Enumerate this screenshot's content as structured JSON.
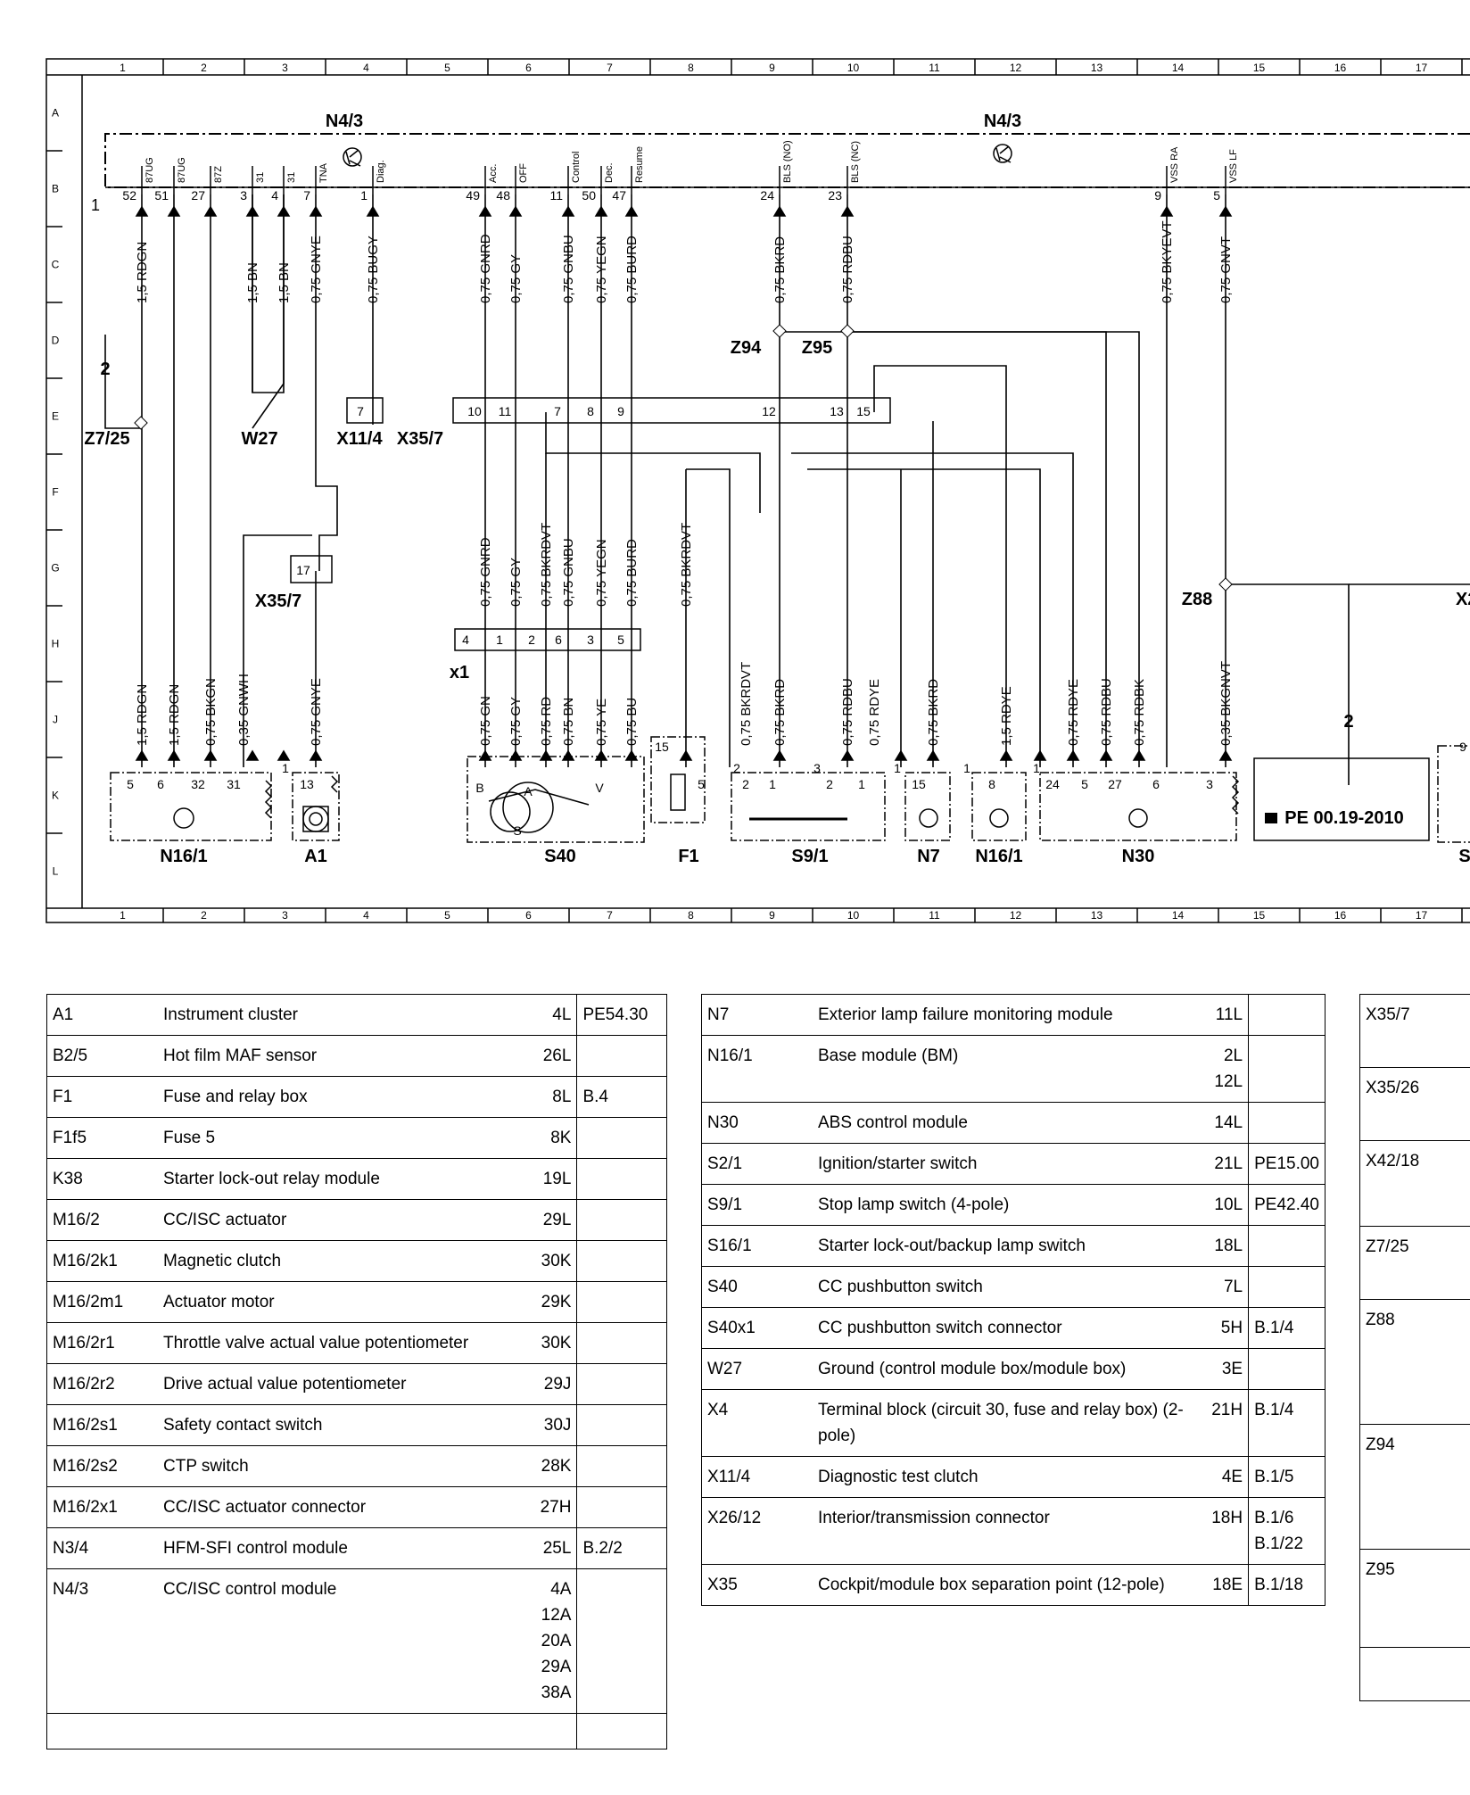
{
  "grid": {
    "top": [
      "1",
      "2",
      "3",
      "4",
      "5",
      "6",
      "7",
      "8",
      "9",
      "10",
      "11",
      "12",
      "13",
      "14",
      "15",
      "16",
      "17"
    ],
    "rows": [
      "A",
      "B",
      "C",
      "D",
      "E",
      "F",
      "G",
      "H",
      "J",
      "K",
      "L"
    ]
  },
  "modules": {
    "n4_3_left": "N4/3",
    "n4_3_right": "N4/3",
    "n16_1_left": "N16/1",
    "a1": "A1",
    "s40": "S40",
    "f1": "F1",
    "s9_1": "S9/1",
    "n7": "N7",
    "n16_1_right": "N16/1",
    "n30": "N30",
    "x35_7_top": "X35/7",
    "x35_7_mid": "X35/7",
    "x11_4": "X11/4",
    "w27": "W27",
    "z7_25": "Z7/25",
    "z94": "Z94",
    "z95": "Z95",
    "z88": "Z88",
    "x1": "x1",
    "x26_cut": "X2",
    "s_cut": "S",
    "pe_ref": "PE 00.19-2010"
  },
  "pins": [
    "52",
    "51",
    "27",
    "3",
    "4",
    "7",
    "1",
    "49",
    "48",
    "11",
    "50",
    "47",
    "24",
    "23",
    "9",
    "5"
  ],
  "pin_labels": [
    "87UG",
    "87UG",
    "87Z",
    "31",
    "31",
    "TNA",
    "Diag.",
    "Acc.",
    "OFF",
    "Control",
    "Dec.",
    "Resume",
    "BLS (NO)",
    "BLS (NC)",
    "VSS RA",
    "VSS LF"
  ],
  "wires_top": [
    "1,5 RDGN",
    "1,5 BN",
    "1,5 BN",
    "0,75 GNYE",
    "0,75 BUGY",
    "0,75 GNRD",
    "0,75 GY",
    "0,75 GNBU",
    "0,75 YEGN",
    "0,75 BURD",
    "0,75 BKRD",
    "0,75 RDBU",
    "0,75 BKYEVT",
    "0,75 GNVT"
  ],
  "wires_mid": [
    "0,75 GNRD",
    "0,75 GY",
    "0,75 BKRDVT",
    "0,75 GNBU",
    "0,75 YEGN",
    "0,75 BURD",
    "0,75 BKRDVT"
  ],
  "wires_low": [
    "1,5 RDGN",
    "1,5 RDGN",
    "0,75 BKGN",
    "0,35 GNWH",
    "0,75 GNYE",
    "0,75 GN",
    "0,75 GY",
    "0,75 RD",
    "0,75 BN",
    "0,75 YE",
    "0,75 BU",
    "0,75 BKRDVT",
    "0,75 BKRD",
    "0,75 RDBU",
    "0,75 RDYE",
    "0,75 BKRD",
    "1,5 RDYE",
    "0,75 RDYE",
    "0,75 RDBU",
    "0,75 RDBK",
    "0,35 BKGNVT"
  ],
  "connector_pins": {
    "x35_7": [
      "10",
      "11",
      "7",
      "8",
      "9",
      "12",
      "13",
      "15"
    ],
    "x11_4": "7",
    "x35_7_g": "17",
    "x1": [
      "4",
      "1",
      "2",
      "6",
      "3",
      "5"
    ],
    "n16_1": [
      "5",
      "6",
      "32",
      "31"
    ],
    "a1": "13",
    "s40": [
      "B",
      "A",
      "V",
      "S"
    ],
    "f1": [
      "15",
      "5"
    ],
    "s9_1_a": [
      "2",
      "1"
    ],
    "s9_1_b": [
      "2",
      "1"
    ],
    "n7": "15",
    "n16_1r": "8",
    "n30": [
      "24",
      "5",
      "27",
      "6",
      "3"
    ],
    "x26": "9"
  },
  "misc_labels": [
    "1",
    "2",
    "2",
    "1",
    "2",
    "3",
    "1",
    "1",
    "1",
    "1"
  ],
  "tables": [
    {
      "rows": [
        {
          "code": "A1",
          "desc": "Instrument cluster",
          "loc": "4L",
          "ref": "PE54.30"
        },
        {
          "code": "B2/5",
          "desc": "Hot film MAF sensor",
          "loc": "26L",
          "ref": ""
        },
        {
          "code": "F1",
          "desc": "Fuse and relay box",
          "loc": "8L",
          "ref": "B.4"
        },
        {
          "code": "F1f5",
          "desc": "Fuse 5",
          "loc": "8K",
          "ref": ""
        },
        {
          "code": "K38",
          "desc": "Starter lock-out relay module",
          "loc": "19L",
          "ref": ""
        },
        {
          "code": "M16/2",
          "desc": "CC/ISC actuator",
          "loc": "29L",
          "ref": ""
        },
        {
          "code": "M16/2k1",
          "desc": "Magnetic clutch",
          "loc": "30K",
          "ref": ""
        },
        {
          "code": "M16/2m1",
          "desc": "Actuator motor",
          "loc": "29K",
          "ref": ""
        },
        {
          "code": "M16/2r1",
          "desc": "Throttle valve actual value potentiometer",
          "loc": "30K",
          "ref": ""
        },
        {
          "code": "M16/2r2",
          "desc": "Drive actual value potentiometer",
          "loc": "29J",
          "ref": ""
        },
        {
          "code": "M16/2s1",
          "desc": "Safety contact switch",
          "loc": "30J",
          "ref": ""
        },
        {
          "code": "M16/2s2",
          "desc": "CTP switch",
          "loc": "28K",
          "ref": ""
        },
        {
          "code": "M16/2x1",
          "desc": "CC/ISC actuator connector",
          "loc": "27H",
          "ref": ""
        },
        {
          "code": "N3/4",
          "desc": "HFM-SFI control module",
          "loc": "25L",
          "ref": "B.2/2"
        },
        {
          "code": "N4/3",
          "desc": "CC/ISC control module",
          "loc": "4A\n12A\n20A\n29A\n38A",
          "ref": ""
        },
        {
          "code": "",
          "desc": "",
          "loc": "",
          "ref": ""
        }
      ]
    },
    {
      "rows": [
        {
          "code": "N7",
          "desc": "Exterior lamp failure monitoring module",
          "loc": "11L",
          "ref": ""
        },
        {
          "code": "N16/1",
          "desc": "Base module (BM)",
          "loc": "2L\n12L",
          "ref": ""
        },
        {
          "code": "N30",
          "desc": "ABS control module",
          "loc": "14L",
          "ref": ""
        },
        {
          "code": "S2/1",
          "desc": "Ignition/starter switch",
          "loc": "21L",
          "ref": "PE15.00"
        },
        {
          "code": "S9/1",
          "desc": "Stop lamp switch (4-pole)",
          "loc": "10L",
          "ref": "PE42.40"
        },
        {
          "code": "S16/1",
          "desc": "Starter lock-out/backup lamp switch",
          "loc": "18L",
          "ref": ""
        },
        {
          "code": "S40",
          "desc": "CC pushbutton switch",
          "loc": "7L",
          "ref": ""
        },
        {
          "code": "S40x1",
          "desc": "CC pushbutton switch connector",
          "loc": "5H",
          "ref": "B.1/4"
        },
        {
          "code": "W27",
          "desc": "Ground (control module box/module box)",
          "loc": "3E",
          "ref": ""
        },
        {
          "code": "X4",
          "desc": "Terminal block (circuit 30, fuse and relay box) (2-pole)",
          "loc": "21H",
          "ref": "B.1/4"
        },
        {
          "code": "X11/4",
          "desc": "Diagnostic test clutch",
          "loc": "4E",
          "ref": "B.1/5"
        },
        {
          "code": "X26/12",
          "desc": "Interior/transmission connector",
          "loc": "18H",
          "ref": "B.1/6\nB.1/22"
        },
        {
          "code": "X35",
          "desc": "Cockpit/module box separation point (12-pole)",
          "loc": "18E",
          "ref": "B.1/18"
        }
      ]
    },
    {
      "rows": [
        {
          "code": "X35/7"
        },
        {
          "code": "X35/26"
        },
        {
          "code": "X42/18"
        },
        {
          "code": "Z7/25"
        },
        {
          "code": "Z88"
        },
        {
          "code": "Z94"
        },
        {
          "code": "Z95"
        },
        {
          "code": ""
        }
      ]
    }
  ]
}
